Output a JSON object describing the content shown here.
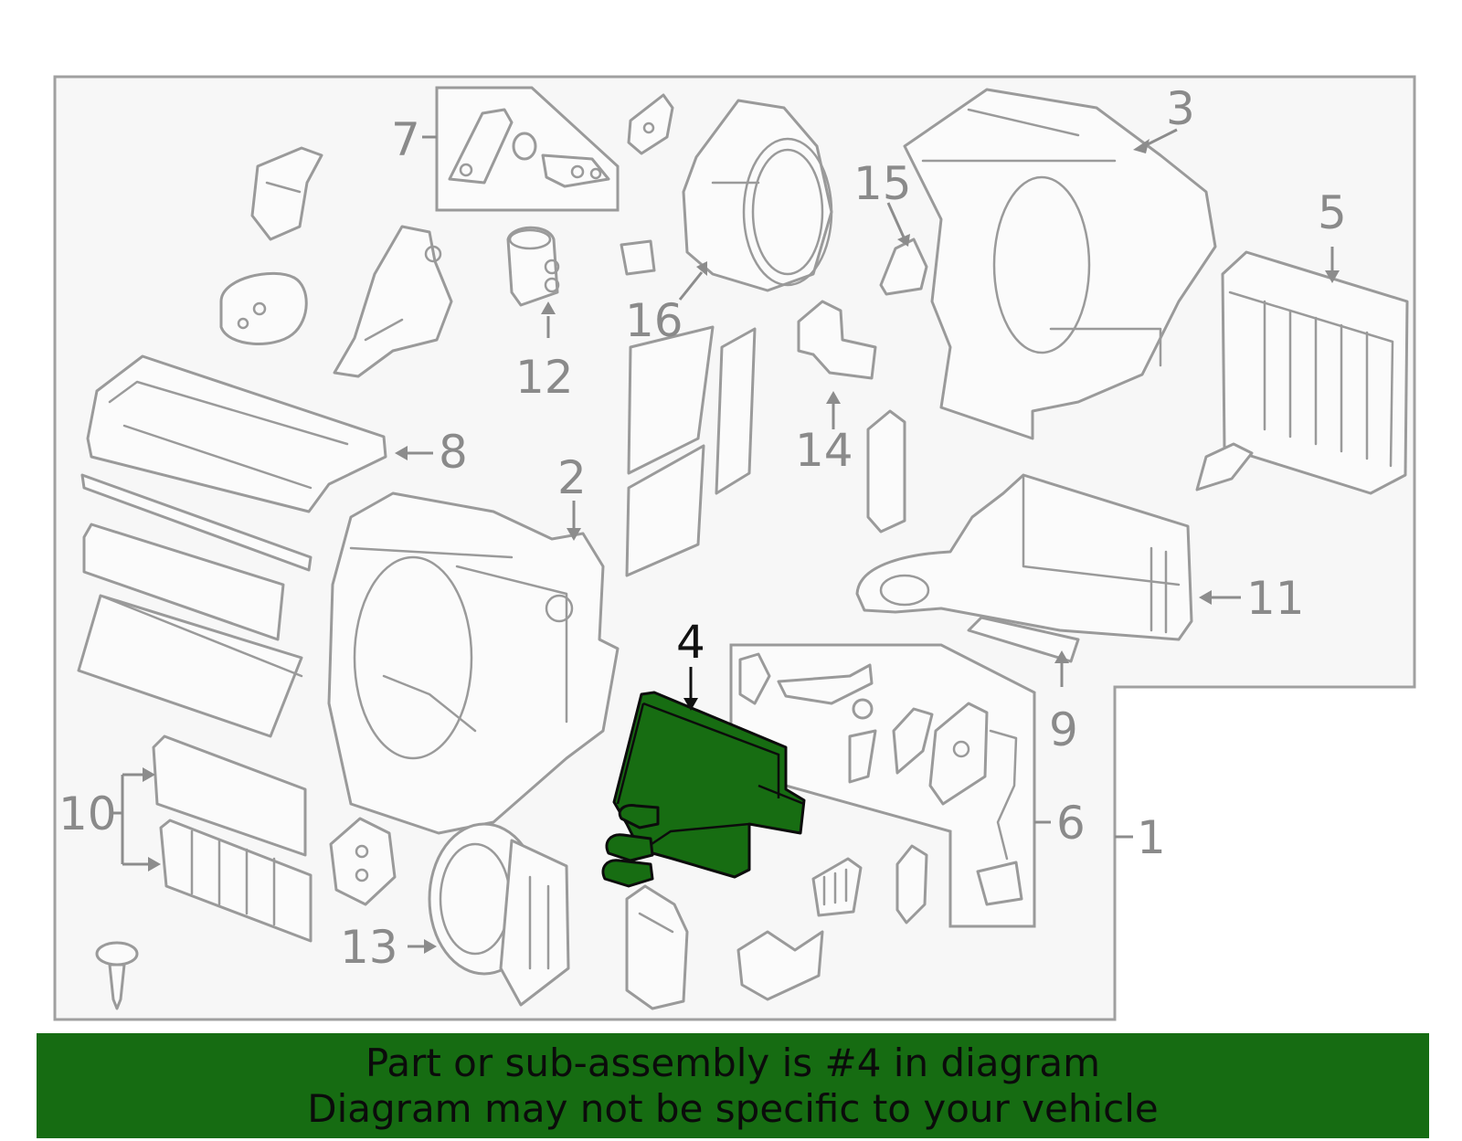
{
  "diagram": {
    "highlighted_part": "4",
    "callouts": [
      "1",
      "2",
      "3",
      "4",
      "5",
      "6",
      "7",
      "8",
      "9",
      "10",
      "11",
      "12",
      "13",
      "14",
      "15",
      "16"
    ]
  },
  "banner": {
    "line1": "Part or sub-assembly is #4 in diagram",
    "line2": "Diagram may not be specific to your vehicle"
  },
  "colors": {
    "highlight": "#176d12",
    "banner": "#166c12",
    "outline": "#9a9a9a"
  }
}
